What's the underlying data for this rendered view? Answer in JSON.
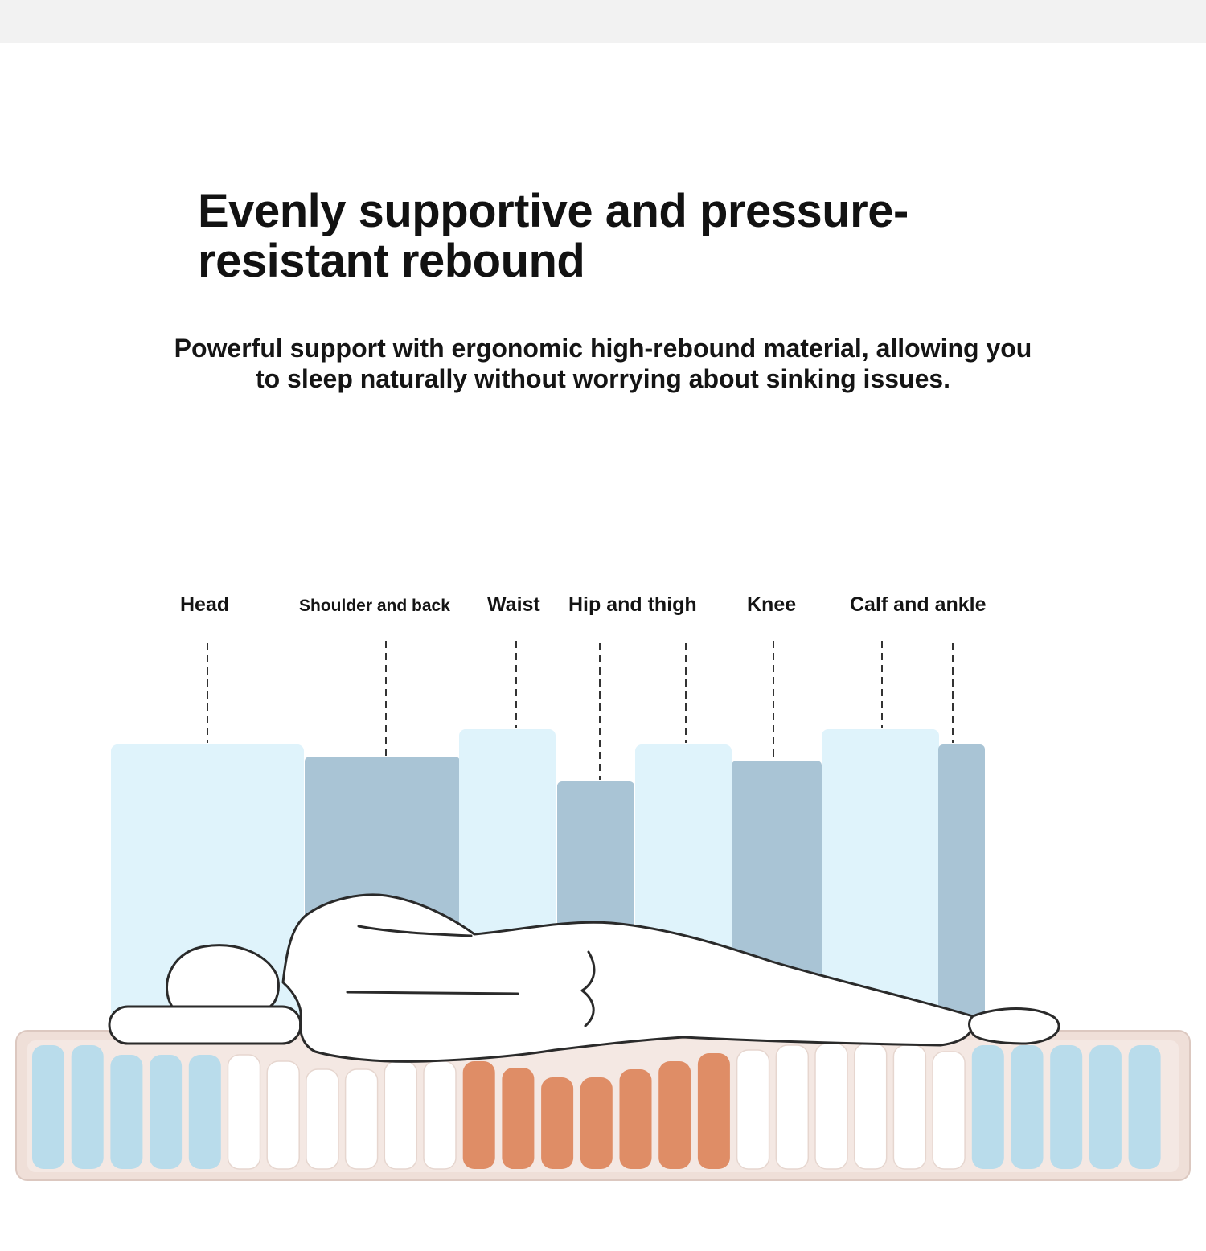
{
  "headline": {
    "line1": "Evenly supportive and pressure-",
    "line2": "resistant rebound"
  },
  "subline": {
    "line1": "Powerful support with ergonomic high-rebound material, allowing you",
    "line2": "to sleep naturally without worrying about sinking issues."
  },
  "zones": [
    {
      "label": "Head"
    },
    {
      "label": "Shoulder and back"
    },
    {
      "label": "Waist"
    },
    {
      "label": "Hip and thigh"
    },
    {
      "label": "Knee"
    },
    {
      "label": "Calf and ankle"
    }
  ],
  "colors": {
    "light_support": "#dff3fb",
    "deep_support": "#a9c4d5",
    "mattress_frame": "#efdfd8",
    "spring_blue": "#b9dceb",
    "spring_white": "#ffffff",
    "spring_orange": "#df8d66",
    "outline": "#2a2a2a"
  }
}
